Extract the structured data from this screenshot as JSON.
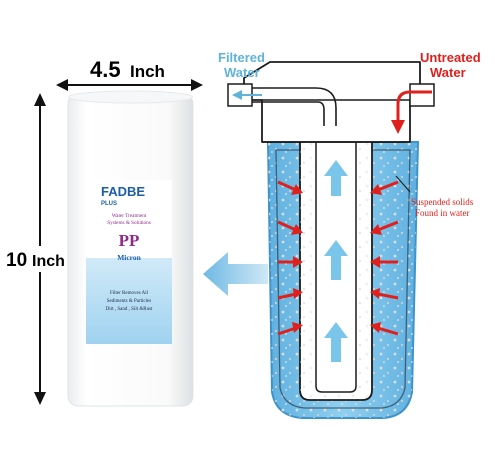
{
  "dimensions": {
    "width_value": "4.5",
    "width_unit": "Inch",
    "height_value": "10",
    "height_unit": "Inch"
  },
  "labels": {
    "filtered_line1": "Filtered",
    "filtered_line2": "Water",
    "untreated_line1": "Untreated",
    "untreated_line2": "Water",
    "solids_line1": "Suspended solids",
    "solids_line2": "Found in water"
  },
  "cartridge_label": {
    "brand_big": "FADBE",
    "brand_small": "PLUS",
    "tagline_line1": "Water Treatment",
    "tagline_line2": "Systems & Solutions",
    "product": "PP",
    "micron": "Micron",
    "desc_line1": "Filter Removes All",
    "desc_line2": "Sediments & Particles",
    "desc_line3": "Dirt , Sand , Silt &Rust"
  },
  "colors": {
    "filtered_text": "#5fb3d9",
    "untreated_text": "#e0201c",
    "flow_arrow": "#e0201c",
    "upflow_arrow": "#7ac6ea",
    "water": "#7cc2e8",
    "brand_blue": "#1c5fa8",
    "brand_purple": "#8e2a8a"
  },
  "icons": {
    "dimension_arrow": "double-headed-arrow-icon",
    "direction_arrow": "left-arrow-icon",
    "flow_arrow": "red-arrow-icon",
    "upflow_arrow": "up-arrow-icon"
  }
}
